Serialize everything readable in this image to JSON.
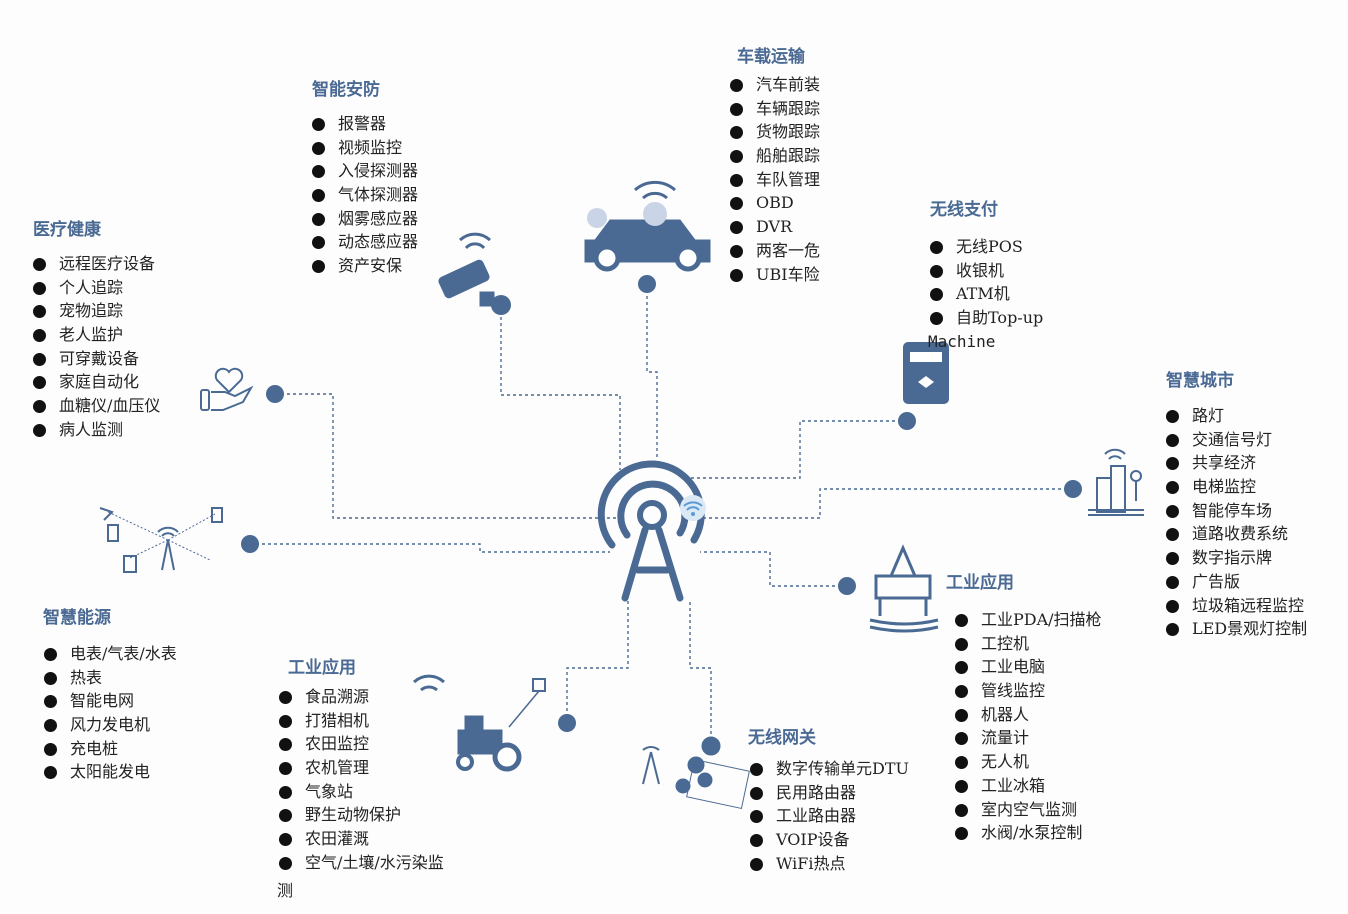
{
  "center": {
    "icon": "cell-tower-icon",
    "accent": "#4a6a94",
    "wifi_color": "#5b9bd5"
  },
  "sections": {
    "security": {
      "title": "智能安防",
      "items": [
        "报警器",
        "视频监控",
        "入侵探测器",
        "气体探测器",
        "烟雾感应器",
        "动态感应器",
        "资产安保"
      ],
      "icon": "cctv-camera-icon"
    },
    "vehicle": {
      "title": "车载运输",
      "items": [
        "汽车前装",
        "车辆跟踪",
        "货物跟踪",
        "船舶跟踪",
        "车队管理",
        "OBD",
        "DVR",
        "两客一危",
        "UBI车险"
      ],
      "icon": "connected-car-icon"
    },
    "medical": {
      "title": "医疗健康",
      "items": [
        "远程医疗设备",
        "个人追踪",
        "宠物追踪",
        "老人监护",
        "可穿戴设备",
        "家庭自动化",
        "血糖仪/血压仪",
        "病人监测"
      ],
      "icon": "heart-hand-icon"
    },
    "payment": {
      "title": "无线支付",
      "items": [
        "无线POS",
        "收银机",
        "ATM机",
        "自助Top-up"
      ],
      "overflow": "Machine",
      "icon": "pos-terminal-icon"
    },
    "city": {
      "title": "智慧城市",
      "items": [
        "路灯",
        "交通信号灯",
        "共享经济",
        "电梯监控",
        "智能停车场",
        "道路收费系统",
        "数字指示牌",
        "广告版",
        "垃圾箱远程监控",
        "LED景观灯控制"
      ],
      "icon": "smart-city-icon"
    },
    "industry_right": {
      "title": "工业应用",
      "items": [
        "工业PDA/扫描枪",
        "工控机",
        "工业电脑",
        "管线监控",
        "机器人",
        "流量计",
        "无人机",
        "工业冰箱",
        "室内空气监测",
        "水阀/水泵控制"
      ],
      "icon": "oil-rig-icon"
    },
    "gateway": {
      "title": "无线网关",
      "items": [
        "数字传输单元DTU",
        "民用路由器",
        "工业路由器",
        "VOIP设备",
        "WiFi热点"
      ],
      "icon": "gateway-network-icon"
    },
    "industry_left": {
      "title": "工业应用",
      "items": [
        "食品溯源",
        "打猎相机",
        "农田监控",
        "农机管理",
        "气象站",
        "野生动物保护",
        "农田灌溉",
        "空气/土壤/水污染监"
      ],
      "overflow": "测",
      "icon": "tractor-icon"
    },
    "energy": {
      "title": "智慧能源",
      "items": [
        "电表/气表/水表",
        "热表",
        "智能电网",
        "风力发电机",
        "充电桩",
        "太阳能发电"
      ],
      "icon": "energy-network-icon"
    }
  }
}
